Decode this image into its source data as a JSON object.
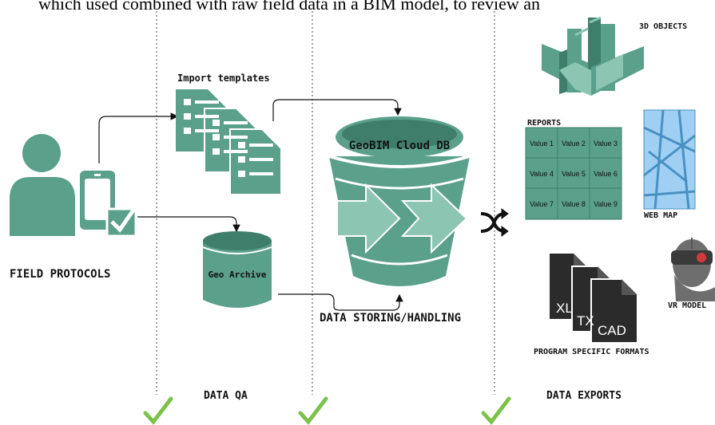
{
  "header_text": "which used combined with raw field data in a BIM model, to review an",
  "labels": {
    "field_protocols": "FIELD PROTOCOLS",
    "import_templates": "Import templates",
    "geo_archive": "Geo Archive",
    "cloud_db": "GeoBIM Cloud DB",
    "data_storing": "DATA STORING/HANDLING",
    "data_qa": "DATA QA",
    "data_exports": "DATA EXPORTS",
    "objects_3d": "3D OBJECTS",
    "reports": "REPORTS",
    "web_map": "WEB MAP",
    "vr_model": "VR MODEL",
    "program_formats": "PROGRAM SPECIFIC FORMATS"
  },
  "report_cells": [
    "Value 1",
    "Value 2",
    "Value 3",
    "Value 4",
    "Value 5",
    "Value 6",
    "Value 7",
    "Value 8",
    "Value 9"
  ],
  "file_formats": [
    "XL",
    "TX",
    "CAD"
  ],
  "icons": [
    "user-icon",
    "phone-check-icon",
    "template-icon",
    "database-icon",
    "cloud-db-icon",
    "shuffle-icon",
    "buildings-icon",
    "map-icon",
    "vr-headset-icon",
    "file-icon",
    "checkmark-icon"
  ],
  "colors": {
    "teal": "#5aa08a",
    "teal_dark": "#3f7e6b",
    "teal_light": "#8cc5b1",
    "map": "#9fd0f3",
    "check": "#7cc24a",
    "file": "#2b2b2b"
  }
}
